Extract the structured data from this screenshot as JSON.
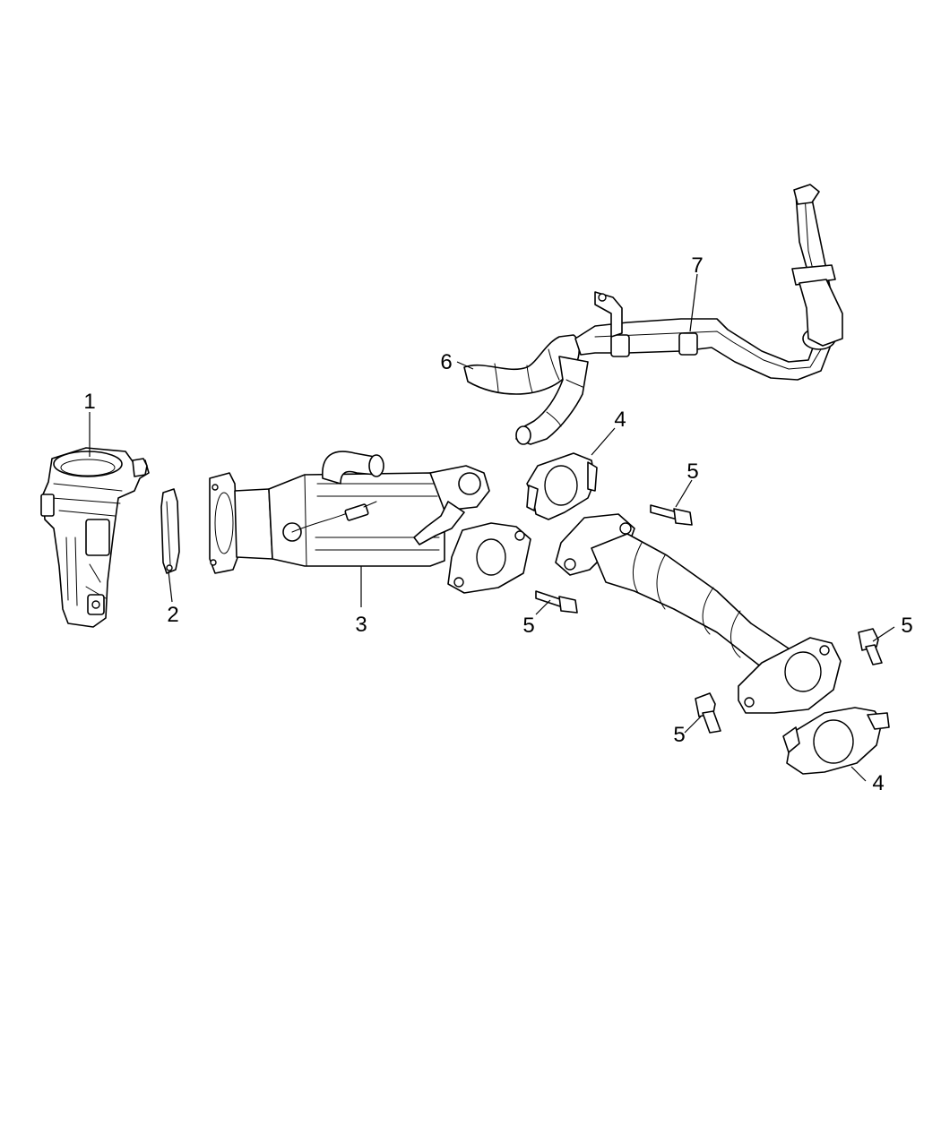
{
  "diagram": {
    "callouts": [
      {
        "id": "c1",
        "label": "1"
      },
      {
        "id": "c2",
        "label": "2"
      },
      {
        "id": "c3",
        "label": "3"
      },
      {
        "id": "c4a",
        "label": "4"
      },
      {
        "id": "c4b",
        "label": "4"
      },
      {
        "id": "c5a",
        "label": "5"
      },
      {
        "id": "c5b",
        "label": "5"
      },
      {
        "id": "c5c",
        "label": "5"
      },
      {
        "id": "c5d",
        "label": "5"
      },
      {
        "id": "c6",
        "label": "6"
      },
      {
        "id": "c7",
        "label": "7"
      }
    ]
  }
}
